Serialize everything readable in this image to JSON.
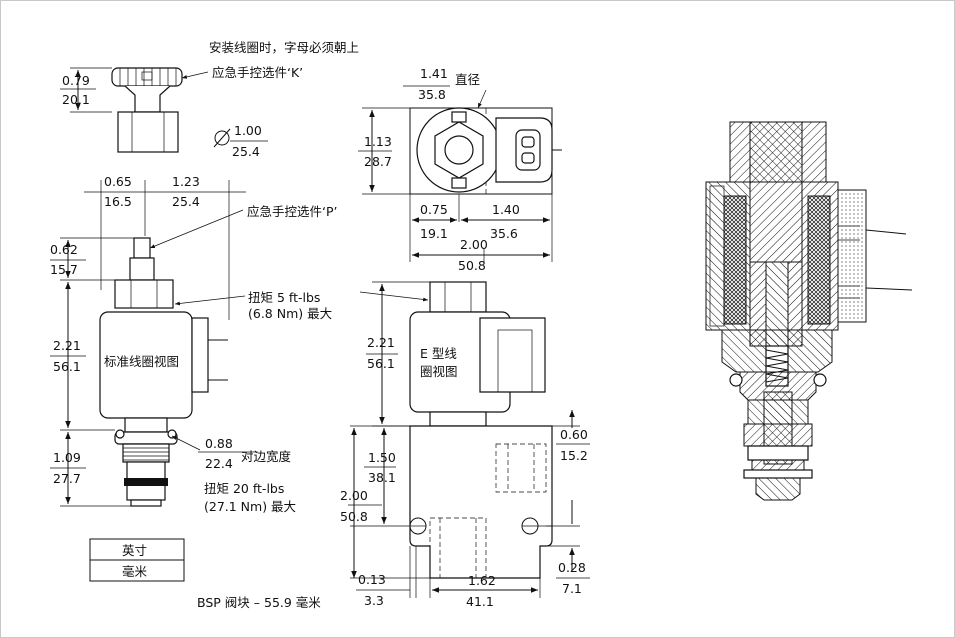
{
  "notes": {
    "install_coil": "安装线圈时，字母必须朝上",
    "override_k": "应急手控选件‘K’",
    "override_p": "应急手控选件‘P’",
    "diameter": "直径",
    "torque_5_line1": "扭矩 5 ft-lbs",
    "torque_5_line2": "(6.8 Nm) 最大",
    "std_coil_view": "标准线圈视图",
    "e_coil_line1": "E 型线",
    "e_coil_line2": "圈视图",
    "hex_across_flats": "对边宽度",
    "torque_20_line1": "扭矩 20 ft-lbs",
    "torque_20_line2": "(27.1 Nm) 最大",
    "bsp_block": "BSP 阀块 – 55.9 毫米"
  },
  "legend": {
    "inch": "英寸",
    "mm": "毫米"
  },
  "dims": {
    "knob_h": {
      "in": "0.79",
      "mm": "20.1"
    },
    "knob_dia": {
      "in": "1.00",
      "mm": "25.4"
    },
    "w065": {
      "in": "0.65",
      "mm": "16.5"
    },
    "w123": {
      "in": "1.23",
      "mm": "25.4"
    },
    "h062": {
      "in": "0.62",
      "mm": "15.7"
    },
    "h221a": {
      "in": "2.21",
      "mm": "56.1"
    },
    "h109": {
      "in": "1.09",
      "mm": "27.7"
    },
    "hex088": {
      "in": "0.88",
      "mm": "22.4"
    },
    "d141": {
      "in": "1.41",
      "mm": "35.8"
    },
    "h113": {
      "in": "1.13",
      "mm": "28.7"
    },
    "w075": {
      "in": "0.75",
      "mm": "19.1"
    },
    "w140": {
      "in": "1.40",
      "mm": "35.6"
    },
    "w200": {
      "in": "2.00",
      "mm": "50.8"
    },
    "h221b": {
      "in": "2.21",
      "mm": "56.1"
    },
    "h150": {
      "in": "1.50",
      "mm": "38.1"
    },
    "h200": {
      "in": "2.00",
      "mm": "50.8"
    },
    "w060": {
      "in": "0.60",
      "mm": "15.2"
    },
    "w028": {
      "in": "0.28",
      "mm": "7.1"
    },
    "w013": {
      "in": "0.13",
      "mm": "3.3"
    },
    "w162": {
      "in": "1.62",
      "mm": "41.1"
    }
  }
}
